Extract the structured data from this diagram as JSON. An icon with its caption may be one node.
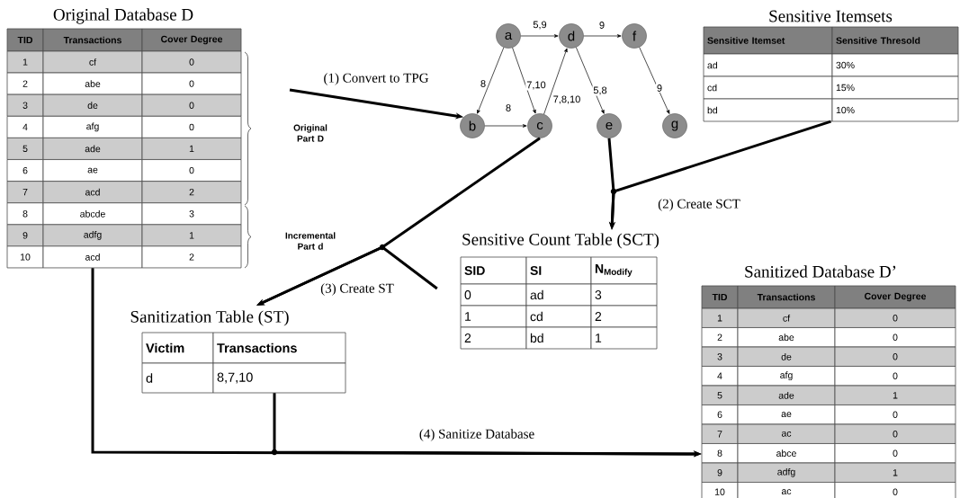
{
  "diagram": {
    "nodes": [
      {
        "text": [
          "Original Database D",
          "TID",
          "Transactions",
          "Cover Degree",
          "1",
          "cf",
          "0",
          "2",
          "abe",
          "0",
          "3",
          "de",
          "0",
          "4",
          "afg",
          "0",
          "5",
          "ade",
          "1",
          "6",
          "ae",
          "0",
          "7",
          "acd",
          "2",
          "8",
          "abcde",
          "3",
          "9",
          "adfg",
          "1",
          "10",
          "acd",
          "2"
        ]
      },
      {
        "text": [
          "a"
        ]
      },
      {
        "text": [
          "b"
        ]
      },
      {
        "text": [
          "c"
        ]
      },
      {
        "text": [
          "d"
        ]
      },
      {
        "text": [
          "e"
        ]
      },
      {
        "text": [
          "f"
        ]
      },
      {
        "text": [
          "g"
        ]
      },
      {
        "text": [
          "Sensitive Itemsets",
          "Sensitive Itemset",
          "Sensitive Thresold",
          "ad",
          "30%",
          "cd",
          "15%",
          "bd",
          "10%"
        ]
      },
      {
        "text": [
          "Sensitive Count Table (SCT)",
          "SID",
          "SI",
          "N$_{Modify}$",
          "0",
          "ad",
          "3",
          "1",
          "cd",
          "2",
          "2",
          "bd",
          "1"
        ]
      },
      {
        "text": [
          "Sanitization Table (ST)",
          "Victim",
          "Transactions",
          "d",
          "8,7,10"
        ]
      },
      {
        "text": [
          "Sanitized Database D’",
          "TID",
          "Transactions",
          "Cover Degree",
          "1",
          "cf",
          "0",
          "2",
          "abe",
          "0",
          "3",
          "de",
          "0",
          "4",
          "afg",
          "0",
          "5",
          "ade",
          "1",
          "6",
          "ae",
          "0",
          "7",
          "ac",
          "0",
          "8",
          "abce",
          "0",
          "9",
          "adfg",
          "1",
          "10",
          "ac",
          "0"
        ]
      }
    ],
    "edges": [
      {
        "from": null,
        "to": 2,
        "arrow": "to",
        "label": "(1) Convert to TPG",
        "style": "thick"
      },
      {
        "from": 1,
        "to": 4,
        "arrow": "to",
        "label": "5,9"
      },
      {
        "from": 1,
        "to": 2,
        "arrow": "to",
        "label": "8"
      },
      {
        "from": 1,
        "to": 3,
        "arrow": "to",
        "label": "7,10"
      },
      {
        "from": 2,
        "to": 3,
        "arrow": "to",
        "label": "8"
      },
      {
        "from": 3,
        "to": 4,
        "arrow": "to",
        "label": "7,8,10"
      },
      {
        "from": 4,
        "to": 5,
        "arrow": "to",
        "label": "5,8"
      },
      {
        "from": 4,
        "to": 6,
        "arrow": "to",
        "label": "9"
      },
      {
        "from": 6,
        "to": 7,
        "arrow": "to",
        "label": "9"
      },
      {
        "from": 5,
        "to": 9,
        "arrow": "to",
        "label": "(2) Create SCT",
        "style": "thick"
      },
      {
        "from": 8,
        "to": 9,
        "arrow": "to",
        "style": "thick"
      },
      {
        "from": 3,
        "to": 10,
        "arrow": "to",
        "label": "(3) Create ST",
        "style": "thick"
      },
      {
        "from": 9,
        "to": 10,
        "arrow": "to",
        "style": "thick"
      },
      {
        "from": 0,
        "to": 11,
        "arrow": "to",
        "label": "(4) Sanitize Database",
        "style": "thick"
      },
      {
        "from": 10,
        "to": 11,
        "arrow": "to",
        "style": "thick"
      }
    ],
    "labels": [
      "Original Part D",
      "Incremental Part d"
    ]
  }
}
